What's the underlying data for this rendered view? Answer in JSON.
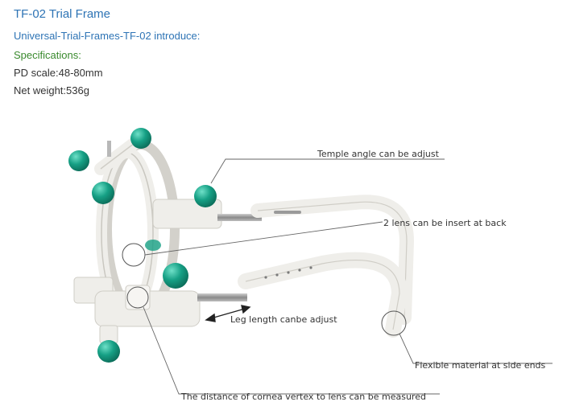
{
  "header": {
    "title": "TF-02 Trial Frame",
    "subtitle": "Universal-Trial-Frames-TF-02 introduce:",
    "specs_heading": "Specifications:",
    "specs": [
      "PD scale:48-80mm",
      "Net weight:536g"
    ]
  },
  "figure": {
    "callouts": {
      "temple_angle": "Temple angle can be adjust",
      "lens_insert": "2 lens can be insert at back",
      "leg_length": "Leg length canbe adjust",
      "flexible_ends": "Flexible material at side ends",
      "cornea_distance": "The distance of cornea vertex to lens can be measured"
    },
    "colors": {
      "frame": "#efeeea",
      "frame_shadow": "#d3d1cb",
      "knob": "#16a085",
      "metal": "#9a9a9a",
      "leader": "#666666"
    }
  }
}
